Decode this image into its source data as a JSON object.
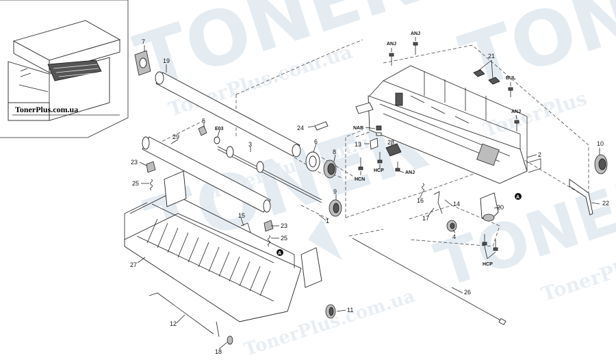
{
  "inset": {
    "label": "TonerPlus.com.ua"
  },
  "watermark": {
    "big_word": "TONER",
    "site_text": "TonerPlus.com.ua",
    "brand_text": "TonerPlus"
  },
  "markers": {
    "a": "A"
  },
  "callouts": {
    "c1": "1",
    "c2": "2",
    "c3": "3",
    "c4": "4",
    "c5": "5",
    "c6": "6",
    "c7": "7",
    "c8": "8",
    "c9": "9",
    "c10": "10",
    "c11": "11",
    "c12": "12",
    "c13": "13",
    "c14": "14",
    "c15": "15",
    "c16": "16",
    "c17": "17",
    "c18": "18",
    "c19": "19",
    "c20": "20",
    "c21": "21",
    "c22": "22",
    "c23": "23",
    "c24": "24",
    "c25": "25",
    "c26": "26",
    "c27": "27",
    "c28": "28",
    "c29": "29",
    "e03": "E03",
    "anj": "ANJ",
    "bul": "BUL",
    "nab": "NAB",
    "hcn": "HCN",
    "hcp": "HCP"
  }
}
